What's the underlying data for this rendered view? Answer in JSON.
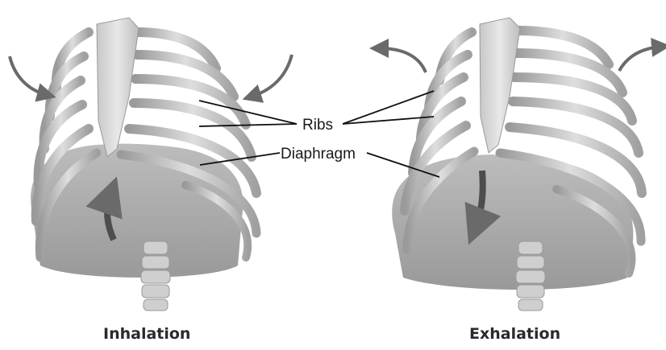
{
  "labels": {
    "ribs": "Ribs",
    "diaphragm": "Diaphragm"
  },
  "captions": {
    "left": "Inhalation",
    "right": "Exhalation"
  },
  "colors": {
    "bone_light": "#dcdcdc",
    "bone_mid": "#b9b9b9",
    "bone_dark": "#8a8a8a",
    "diaphragm": "#a8a8a8",
    "arrow": "#6a6a6a",
    "leader_line": "#111111"
  }
}
